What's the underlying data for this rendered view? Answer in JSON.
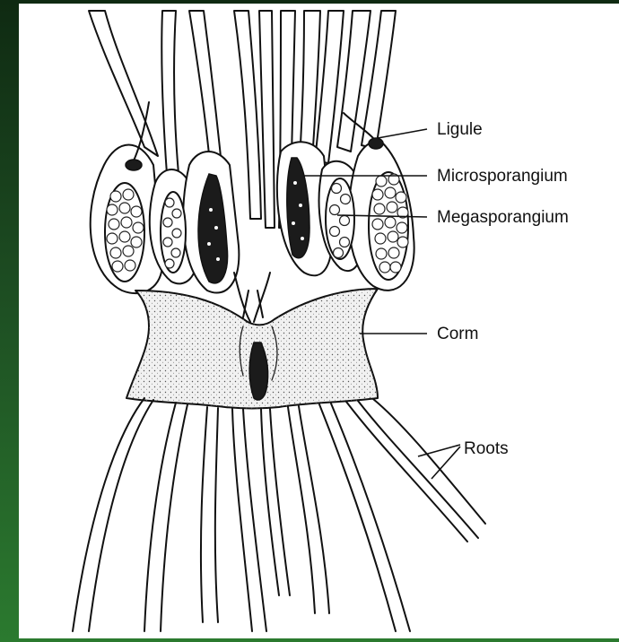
{
  "labels": {
    "ligule": "Ligule",
    "microsporangium": "Microsporangium",
    "megasporangium": "Megasporangium",
    "corm": "Corm",
    "roots": "Roots"
  },
  "colors": {
    "background_dark": "#0f2a12",
    "background_light": "#2b7a2f",
    "panel": "#ffffff",
    "ink": "#111111"
  }
}
